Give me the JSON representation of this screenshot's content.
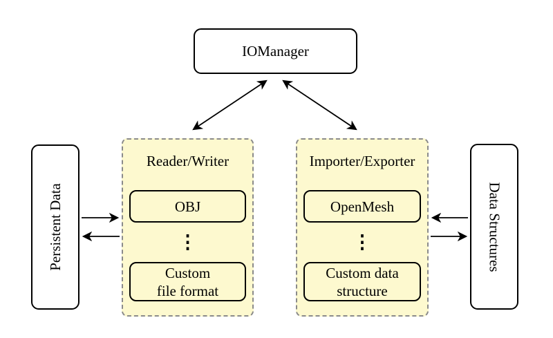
{
  "nodes": {
    "iomanager": {
      "label": "IOManager"
    },
    "persistent_data": {
      "label": "Persistent Data"
    },
    "data_structures": {
      "label": "Data Structures"
    }
  },
  "panels": {
    "reader_writer": {
      "title": "Reader/Writer",
      "ellipsis": "⋮",
      "items": [
        {
          "lines": [
            "OBJ"
          ]
        },
        {
          "lines": [
            "Custom",
            "file format"
          ]
        }
      ]
    },
    "importer_exporter": {
      "title": "Importer/Exporter",
      "ellipsis": "⋮",
      "items": [
        {
          "lines": [
            "OpenMesh"
          ]
        },
        {
          "lines": [
            "Custom data",
            "structure"
          ]
        }
      ]
    }
  },
  "colors": {
    "panel_fill": "#FDF9CF",
    "panel_border": "#8a8a8a",
    "line": "#000000",
    "background": "#ffffff"
  }
}
